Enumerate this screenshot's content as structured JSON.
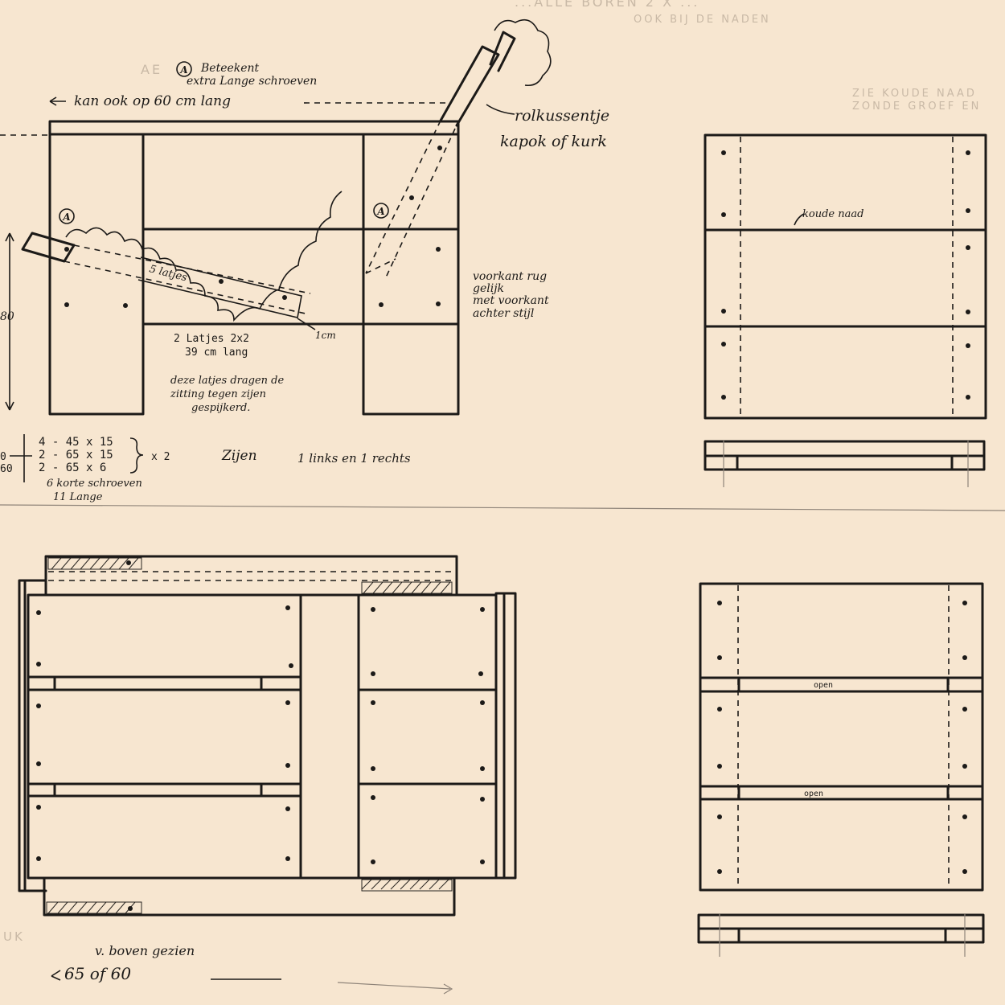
{
  "colors": {
    "paper": "#f7e6d0",
    "ink": "#1c1a18",
    "faint": "#c9b9a6"
  },
  "side_view": {
    "legend_symbol": "A",
    "legend_line1": "Beteekent",
    "legend_line2": "extra Lange schroeven",
    "length_note": "kan ook op 60 cm lang",
    "cushion_note_line1": "rolkussentje",
    "cushion_note_line2": "kapok of kurk",
    "marker_left": "A",
    "marker_right": "A",
    "slats_label": "5 latjes",
    "cm_label": "1cm",
    "front_note": [
      "voorkant rug",
      "gelijk",
      "met voorkant",
      "achter stijl"
    ],
    "battens_line1": "2 Latjes 2x2",
    "battens_line2": "39 cm lang",
    "battens_note": [
      "deze latjes dragen de",
      "zitting tegen zijen",
      "gespijkerd."
    ],
    "parts_list": [
      "4 - 45 x 15",
      "2 - 65 x 15",
      "2 - 65 x 6"
    ],
    "multiplier": "x 2",
    "screws": [
      "6 korte schroeven",
      "11 Lange"
    ],
    "sides_label": "Zijen",
    "sides_detail": "1 links en 1 rechts",
    "dim_left": "0",
    "dim_mid": "60",
    "dim_edge_80": "80"
  },
  "top_right": {
    "seam_note": "koude naad"
  },
  "bottom_left": {
    "caption": "v. boven gezien",
    "dimension": "65 of 60"
  },
  "bottom_right": {
    "open_1": "open",
    "open_2": "open"
  },
  "faint_text": {
    "header_1": "...ALLE BOREN 2 X ...",
    "header_2": "OOK BIJ DE NADEN",
    "header_3": "ZIE KOUDE NAAD",
    "header_4": "ZONDE GROEF EN",
    "side_a": "AE",
    "bottom_uk": "UK"
  }
}
